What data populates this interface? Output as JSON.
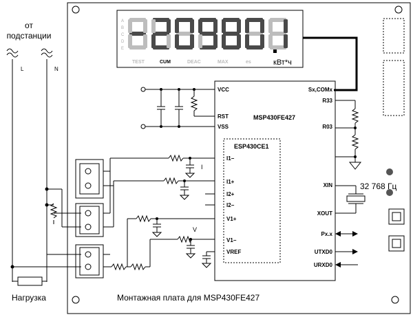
{
  "source": {
    "line1": "от",
    "line2": "подстанции",
    "phase_l": "L",
    "phase_n": "N"
  },
  "load_label": "Нагрузка",
  "display": {
    "digits": "-209801",
    "unit": "кВт*ч",
    "segment_labels": [
      "A",
      "B",
      "C",
      "D",
      "E"
    ],
    "indicators": [
      "TEST",
      "CUM",
      "DEAC",
      "MAX",
      "es"
    ],
    "active_indicator": "CUM"
  },
  "chip": {
    "name": "MSP430FE427",
    "pins_left": [
      "VCC",
      "RST",
      "VSS"
    ],
    "pins_right": [
      "Sx,COMx",
      "R33",
      "R03",
      "XIN",
      "XOUT",
      "Px.x",
      "UTXD0",
      "URXD0"
    ]
  },
  "esp": {
    "name": "ESP430CE1",
    "pins": [
      "I1−",
      "I1+",
      "I2+",
      "I2−",
      "V1+",
      "V1−",
      "VREF"
    ]
  },
  "labels": {
    "current": "I",
    "voltage": "V",
    "crystal": "32 768 Гц"
  },
  "board_title": "Монтажная плата для MSP430FE427"
}
